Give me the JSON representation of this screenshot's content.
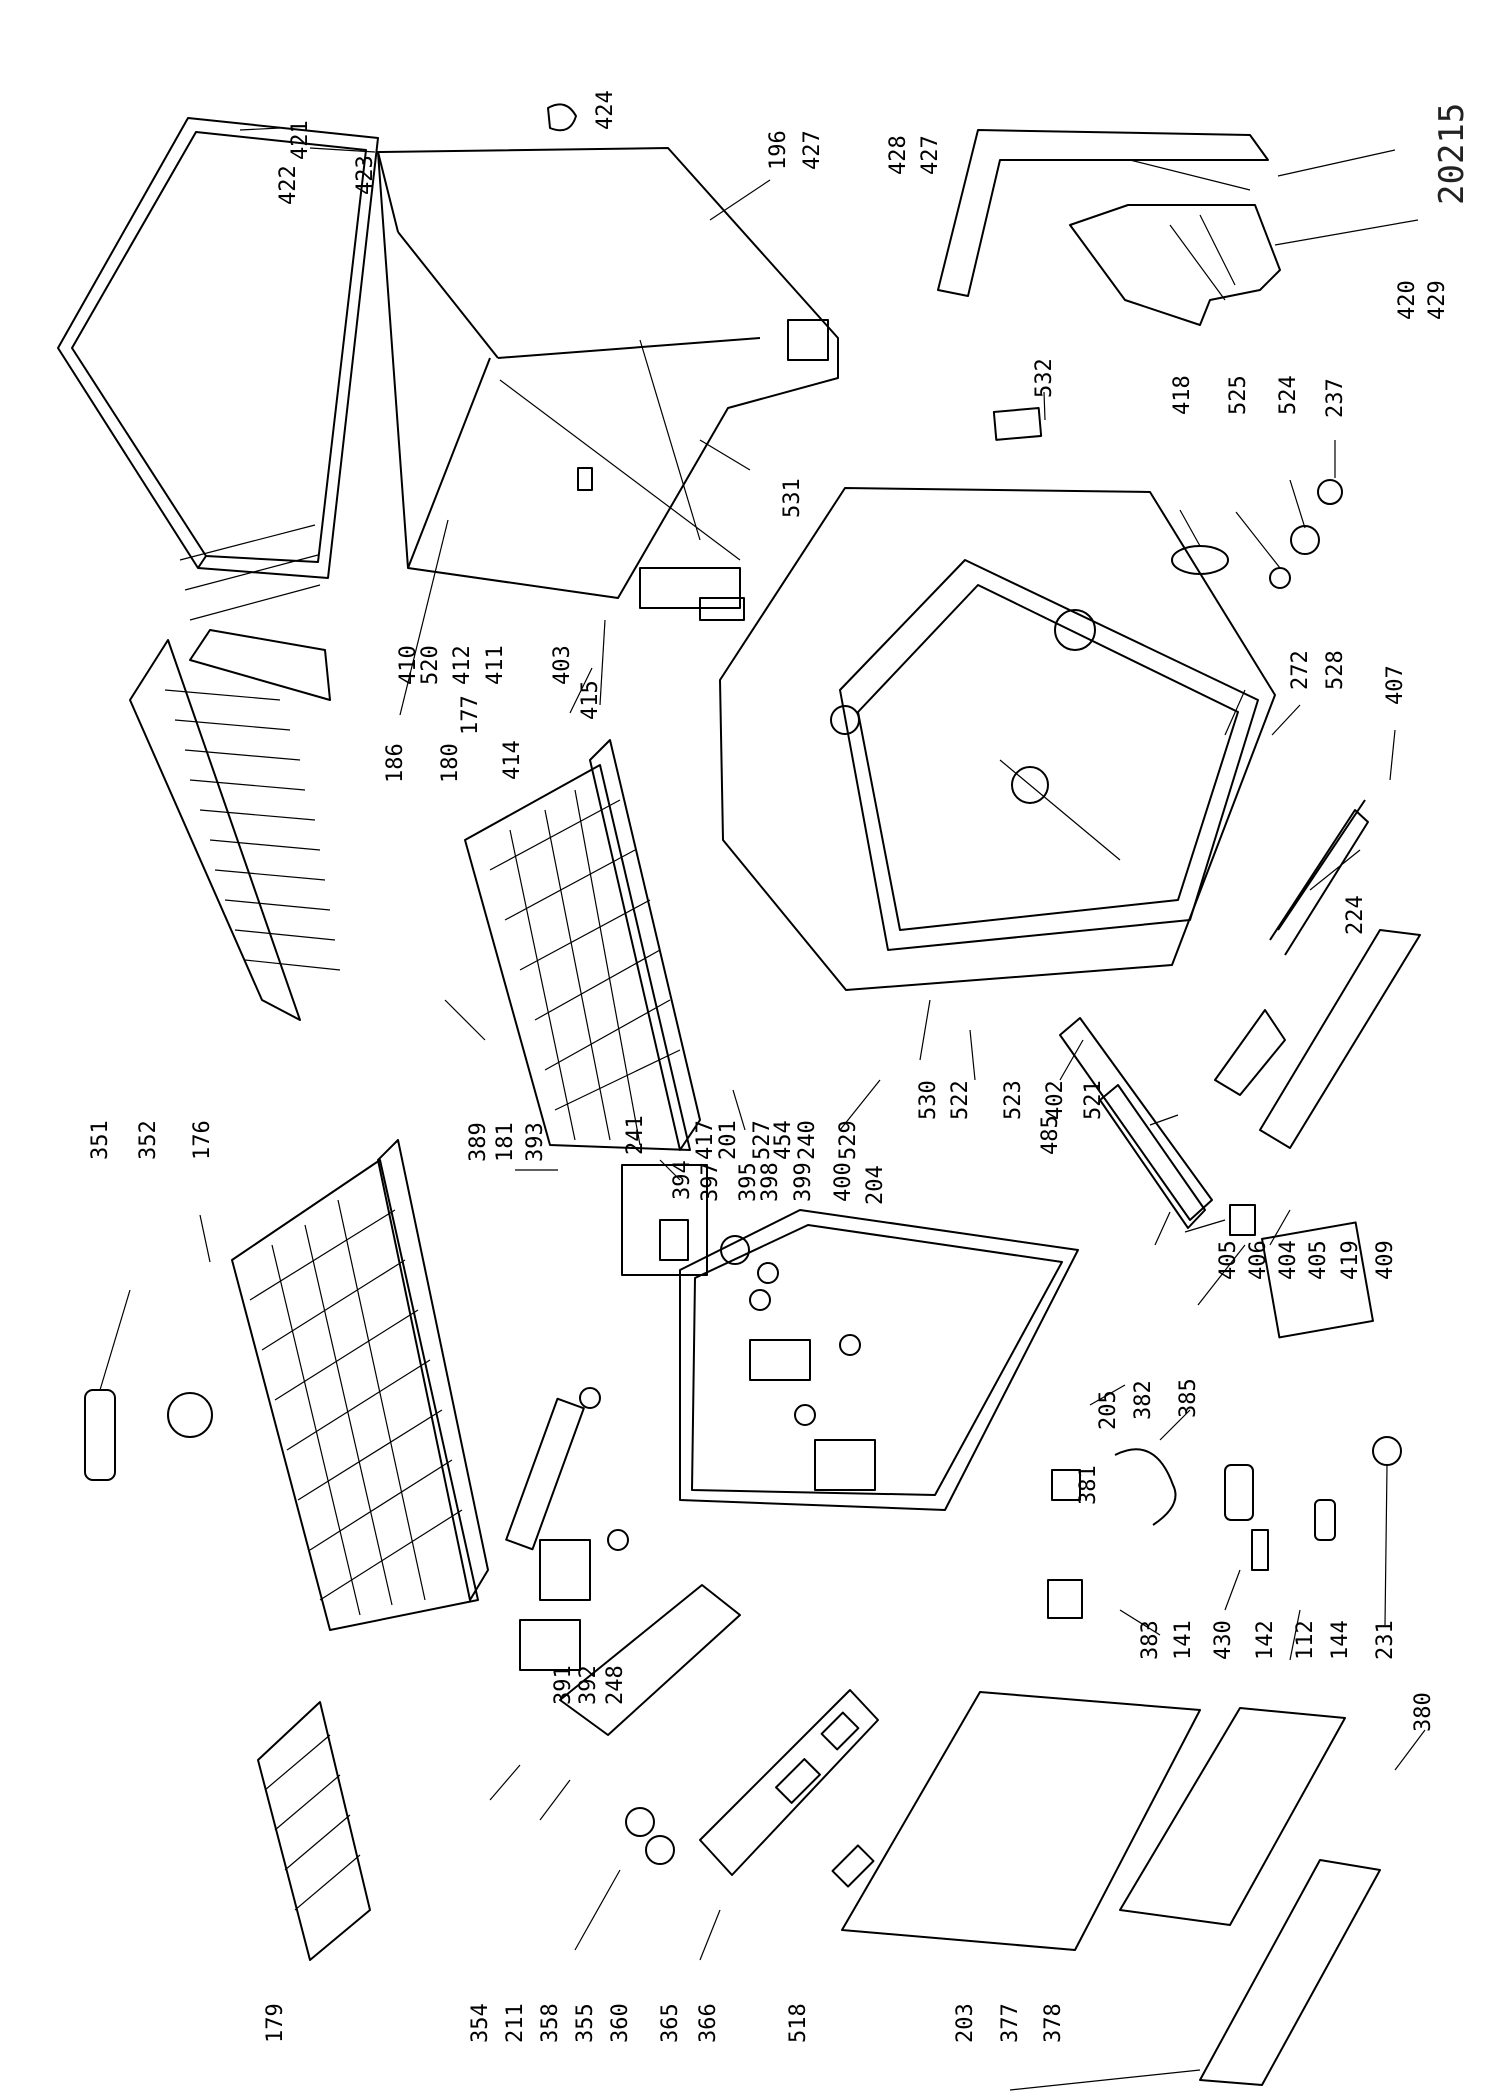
{
  "drawing_number": "20215",
  "callouts": {
    "c421": "421",
    "c422": "422",
    "c423": "423",
    "c424": "424",
    "c196": "196",
    "c427a": "427",
    "c428": "428",
    "c427b": "427",
    "c420": "420",
    "c429": "429",
    "c237": "237",
    "c524": "524",
    "c525": "525",
    "c418": "418",
    "c532": "532",
    "c531": "531",
    "c410": "410",
    "c520": "520",
    "c412": "412",
    "c411": "411",
    "c403": "403",
    "c415": "415",
    "c414": "414",
    "c177": "177",
    "c186": "186",
    "c180": "180",
    "c272": "272",
    "c528": "528",
    "c407": "407",
    "c224": "224",
    "c417": "417",
    "c201": "201",
    "c527": "527",
    "c454": "454",
    "c240": "240",
    "c529": "529",
    "c530": "530",
    "c522": "522",
    "c523": "523",
    "c402": "402",
    "c521": "521",
    "c485": "485",
    "c405a": "405",
    "c406": "406",
    "c404": "404",
    "c405b": "405",
    "c419": "419",
    "c409": "409",
    "c351": "351",
    "c352": "352",
    "c176": "176",
    "c389": "389",
    "c181": "181",
    "c393": "393",
    "c241": "241",
    "c394": "394",
    "c397": "397",
    "c395": "395",
    "c398": "398",
    "c399": "399",
    "c400": "400",
    "c204": "204",
    "c205": "205",
    "c382": "382",
    "c385": "385",
    "c381": "381",
    "c383": "383",
    "c141": "141",
    "c430": "430",
    "c142": "142",
    "c112": "112",
    "c144": "144",
    "c231": "231",
    "c380": "380",
    "c391": "391",
    "c392": "392",
    "c248": "248",
    "c179": "179",
    "c354": "354",
    "c211": "211",
    "c358": "358",
    "c355": "355",
    "c360": "360",
    "c365": "365",
    "c366": "366",
    "c518": "518",
    "c203": "203",
    "c377": "377",
    "c378": "378"
  }
}
